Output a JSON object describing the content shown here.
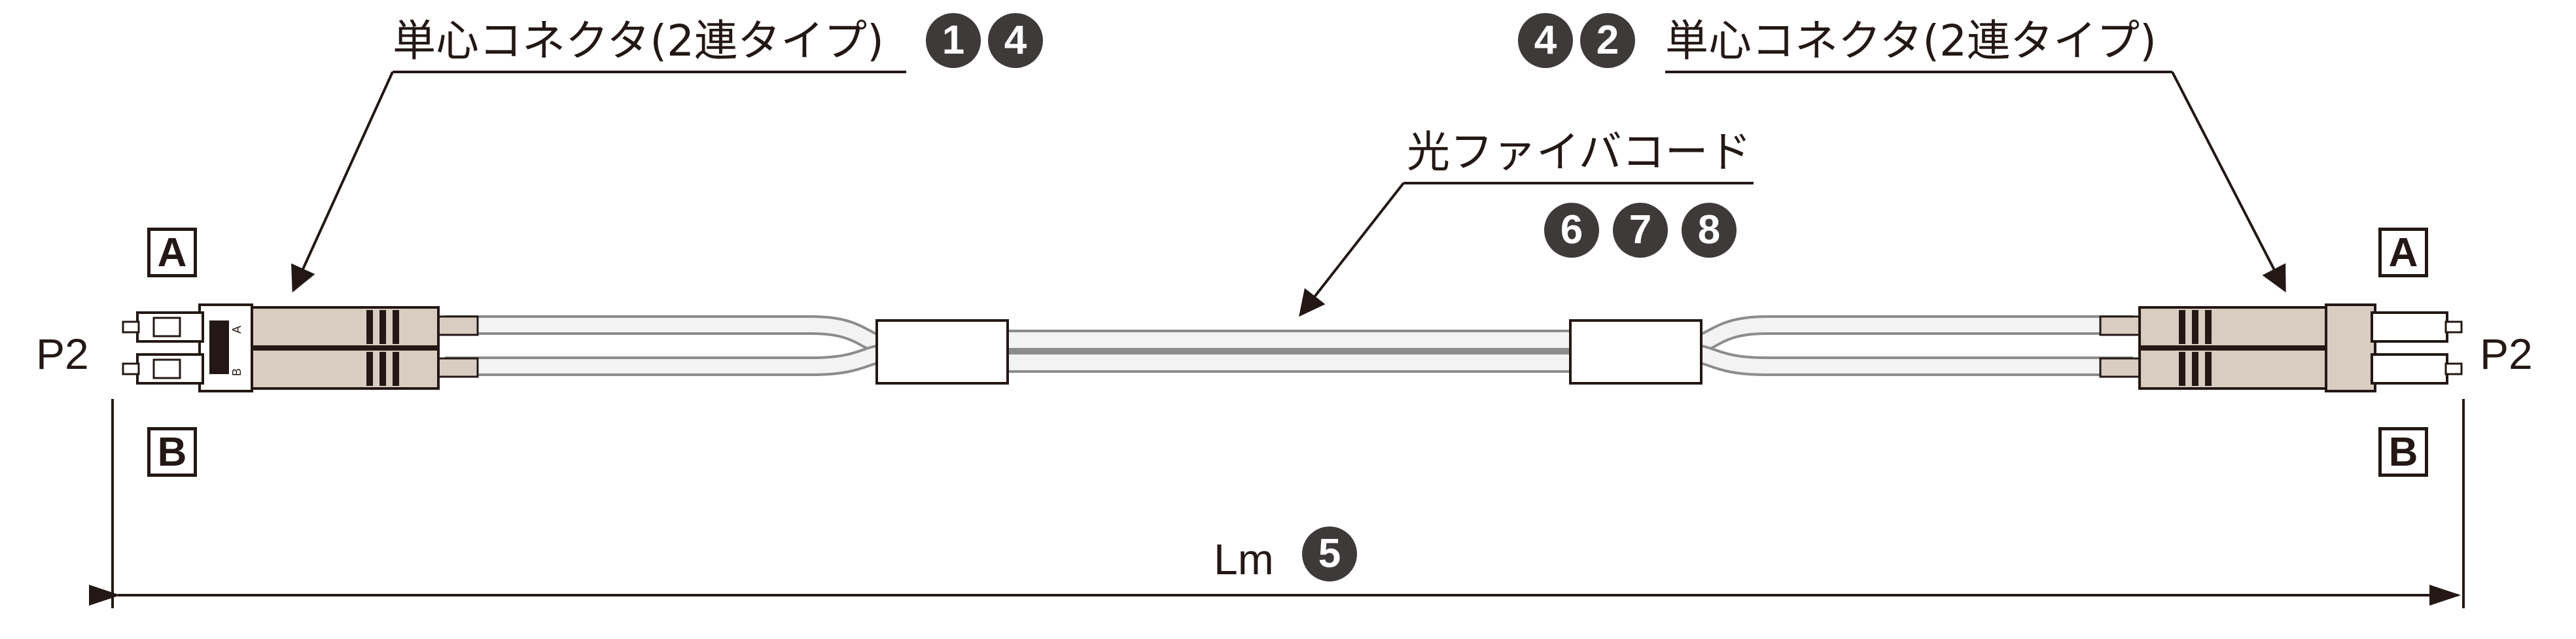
{
  "labels": {
    "connector_left": "単心コネクタ(2連タイプ)",
    "connector_right": "単心コネクタ(2連タイプ)",
    "fiber_cord": "光ファイバコード",
    "length": "Lm",
    "port_left": "P2",
    "port_right": "P2",
    "ch_a_left": "A",
    "ch_b_left": "B",
    "ch_a_right": "A",
    "ch_b_right": "B",
    "plug_mark_a": "A",
    "plug_mark_b": "B"
  },
  "badges": {
    "left_1": "1",
    "left_2": "4",
    "right_1": "4",
    "right_2": "2",
    "fiber_1": "6",
    "fiber_2": "7",
    "fiber_3": "8",
    "length": "5"
  },
  "colors": {
    "ink": "#231815",
    "connector_body": "#d9cdc1",
    "cable_outer": "#8c8c8c",
    "cable_inner": "#f3f3f3",
    "badge": "#3e3a39"
  }
}
